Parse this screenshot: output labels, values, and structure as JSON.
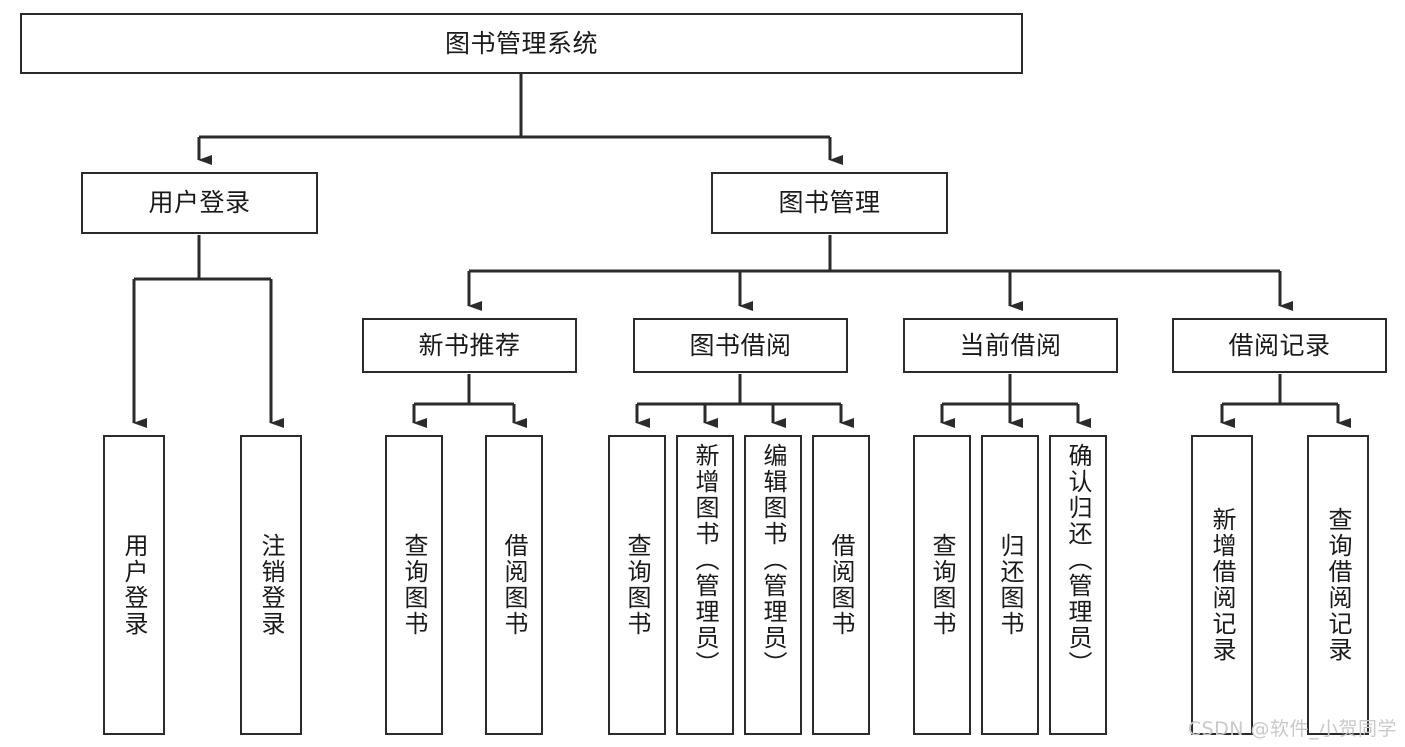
{
  "diagram": {
    "type": "tree-hierarchy",
    "title": "图书管理系统",
    "root": {
      "id": "root",
      "label": "图书管理系统"
    },
    "level2": [
      {
        "id": "user-login",
        "label": "用户登录"
      },
      {
        "id": "book-manage",
        "label": "图书管理"
      }
    ],
    "level3": [
      {
        "id": "new-book-recommend",
        "label": "新书推荐",
        "parent": "book-manage"
      },
      {
        "id": "book-borrow",
        "label": "图书借阅",
        "parent": "book-manage"
      },
      {
        "id": "current-borrow",
        "label": "当前借阅",
        "parent": "book-manage"
      },
      {
        "id": "borrow-record",
        "label": "借阅记录",
        "parent": "book-manage"
      }
    ],
    "leaves": [
      {
        "id": "leaf-user-login",
        "label": "用户登录",
        "parent": "user-login"
      },
      {
        "id": "leaf-logout",
        "label": "注销登录",
        "parent": "user-login"
      },
      {
        "id": "leaf-query-book-1",
        "label": "查询图书",
        "parent": "new-book-recommend"
      },
      {
        "id": "leaf-borrow-book-1",
        "label": "借阅图书",
        "parent": "new-book-recommend"
      },
      {
        "id": "leaf-query-book-2",
        "label": "查询图书",
        "parent": "book-borrow"
      },
      {
        "id": "leaf-add-book",
        "label": "新增图书（管理员）",
        "parent": "book-borrow"
      },
      {
        "id": "leaf-edit-book",
        "label": "编辑图书（管理员）",
        "parent": "book-borrow"
      },
      {
        "id": "leaf-borrow-book-2",
        "label": "借阅图书",
        "parent": "book-borrow"
      },
      {
        "id": "leaf-query-book-3",
        "label": "查询图书",
        "parent": "current-borrow"
      },
      {
        "id": "leaf-return-book",
        "label": "归还图书",
        "parent": "current-borrow"
      },
      {
        "id": "leaf-confirm-return",
        "label": "确认归还（管理员）",
        "parent": "current-borrow"
      },
      {
        "id": "leaf-add-record",
        "label": "新增借阅记录",
        "parent": "borrow-record"
      },
      {
        "id": "leaf-query-record",
        "label": "查询借阅记录",
        "parent": "borrow-record"
      }
    ]
  },
  "watermark": {
    "text": "CSDN @软件_小贺同学"
  },
  "colors": {
    "stroke": "#2b2b2b",
    "text": "#1a1a1a",
    "background": "#ffffff",
    "watermark": "#c9c9c9"
  }
}
